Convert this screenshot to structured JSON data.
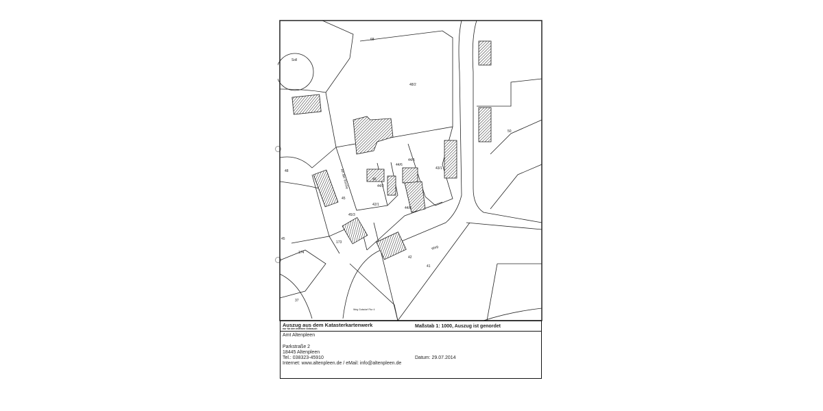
{
  "map": {
    "parcel_labels": [
      "Soll",
      "68",
      "48/2",
      "50",
      "48",
      "45",
      "174",
      "173",
      "37",
      "42",
      "41",
      "43/1",
      "44/5",
      "44/6",
      "44/2",
      "44/8",
      "45/3",
      "45",
      "42/1",
      "46"
    ],
    "street_labels": [
      "An der Kirche",
      "Weg",
      "Weg Gutsdorf Flur 4"
    ],
    "colors": {
      "lines": "#222222",
      "paper": "#ffffff"
    }
  },
  "legend": {
    "title": "Auszug aus dem Katasterkartenwerk",
    "subtitle": "nur für den internen Gebrauch",
    "scale": "Maßstab 1: 1000, Auszug ist genordet",
    "office": "Amt Altenpleen",
    "street": "Parkstraße 2",
    "city": "18445 Altenpleen",
    "phone": "Tel.: 038323-45910",
    "internet": "Internet: www.altenpleen.de / eMail: info@altenpleen.de",
    "date": "Datum: 29.07.2014"
  }
}
